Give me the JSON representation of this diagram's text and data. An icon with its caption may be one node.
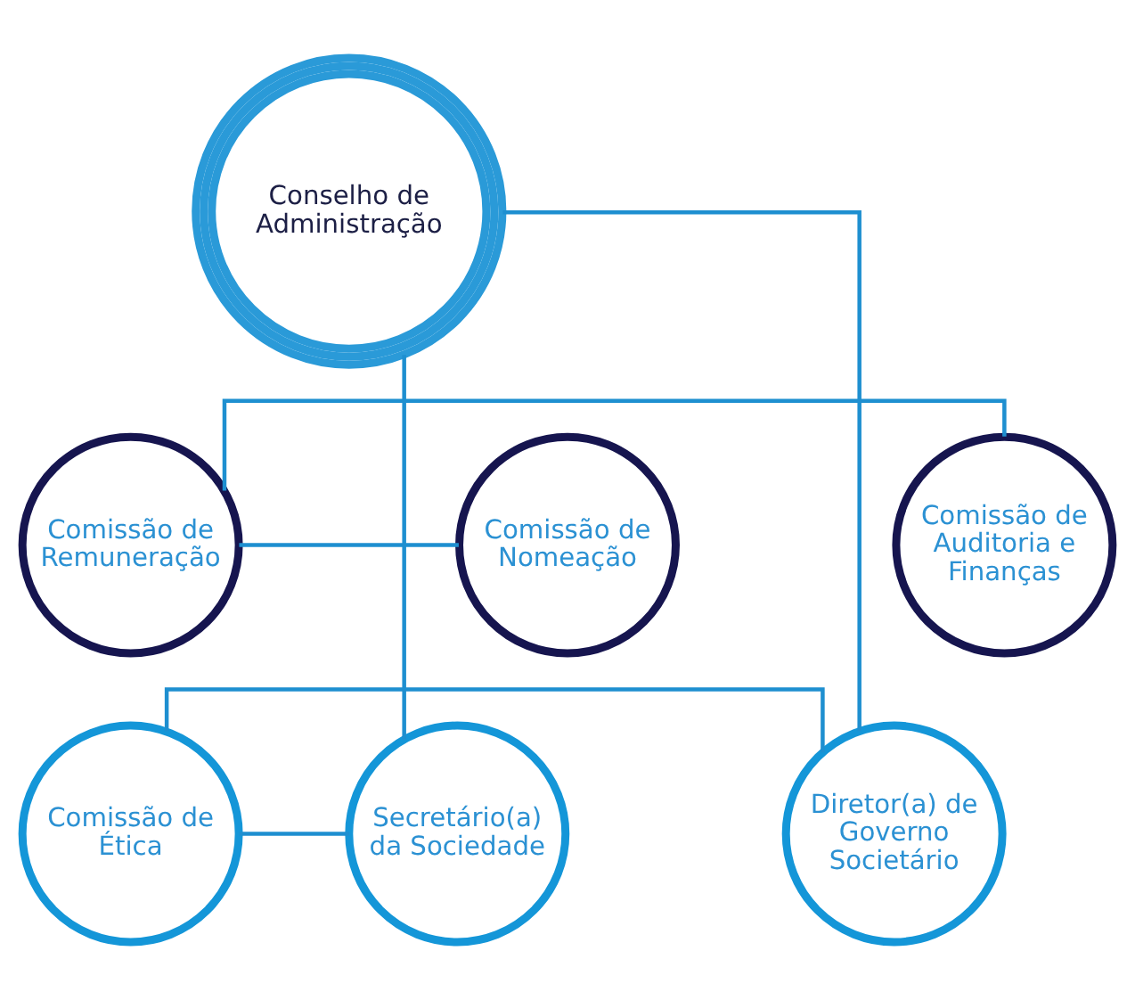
{
  "diagram": {
    "nodes": [
      {
        "text": [
          "Conselho de Administração"
        ]
      },
      {
        "text": [
          "Comissão de Nomeação"
        ]
      },
      {
        "text": [
          "Comissão de Remuneração"
        ]
      },
      {
        "text": [
          "Comissão de Auditoria e Finanças"
        ]
      },
      {
        "text": [
          "Secretário(a) da Sociedade"
        ]
      },
      {
        "text": [
          "Comissão de Ética"
        ]
      },
      {
        "text": [
          "Diretor(a) de Governo Societário"
        ]
      }
    ],
    "edges": [
      {
        "from": 0,
        "to": 4,
        "arrow": "none"
      },
      {
        "from": 0,
        "to": 6,
        "arrow": "none"
      },
      {
        "from": 2,
        "to": 1,
        "arrow": "none"
      },
      {
        "from": 3,
        "to": 2,
        "arrow": "none"
      },
      {
        "from": 5,
        "to": 4,
        "arrow": "none"
      },
      {
        "from": 6,
        "to": 5,
        "arrow": "none"
      }
    ]
  }
}
